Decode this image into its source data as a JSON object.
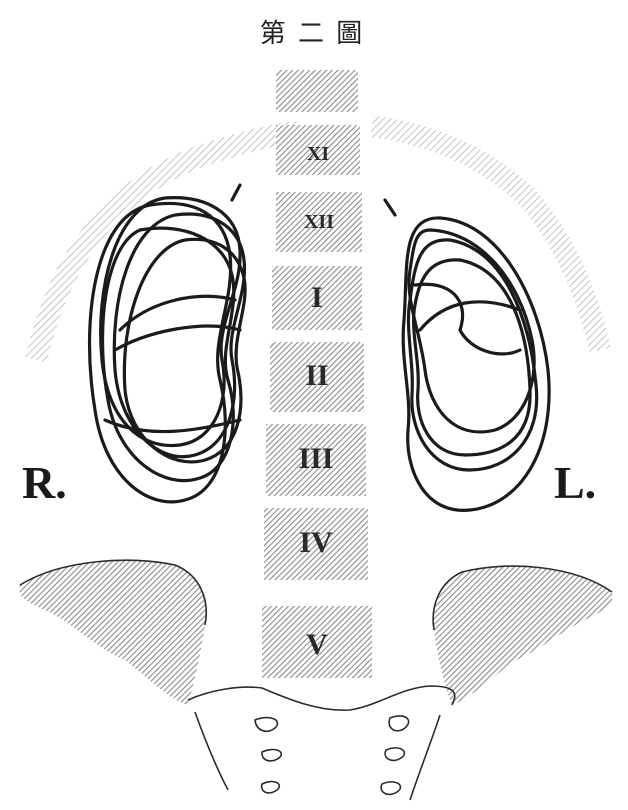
{
  "figure": {
    "title": "第 二 圖",
    "side_labels": {
      "right": "R.",
      "left": "L."
    },
    "vertebra_labels": [
      "XI",
      "XII",
      "I",
      "II",
      "III",
      "IV",
      "V"
    ]
  },
  "colors": {
    "ink": "#1b1b1b",
    "hatch": "#8a8a8a",
    "paper": "#ffffff"
  }
}
